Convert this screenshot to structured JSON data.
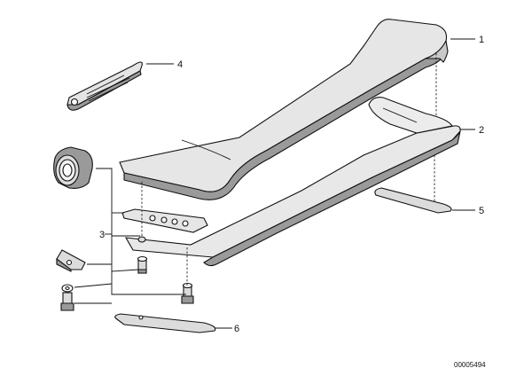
{
  "diagram": {
    "part_number": "00005494",
    "callouts": [
      {
        "id": "c1",
        "label": "1"
      },
      {
        "id": "c2",
        "label": "2"
      },
      {
        "id": "c3",
        "label": "3"
      },
      {
        "id": "c4",
        "label": "4"
      },
      {
        "id": "c5",
        "label": "5"
      },
      {
        "id": "c6",
        "label": "6"
      }
    ],
    "colors": {
      "line": "#111111",
      "shade": "#9a9a9a",
      "light": "#dcdcdc",
      "background": "#ffffff"
    }
  }
}
